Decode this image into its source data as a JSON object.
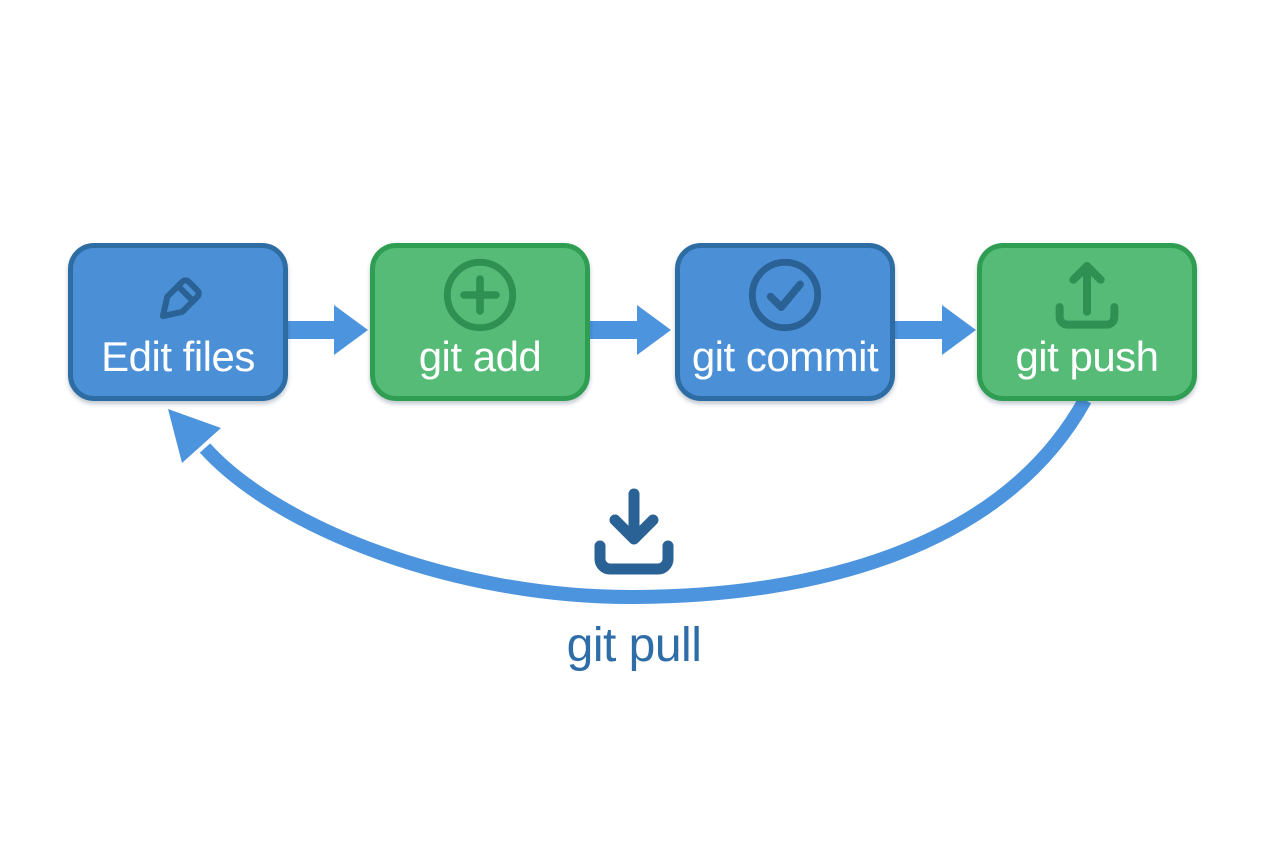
{
  "diagram": {
    "type": "flowchart",
    "nodes": [
      {
        "label": "Edit files",
        "icon": "pencil-icon",
        "color": "blue"
      },
      {
        "label": "git add",
        "icon": "plus-circle-icon",
        "color": "green"
      },
      {
        "label": "git commit",
        "icon": "check-circle-icon",
        "color": "blue"
      },
      {
        "label": "git push",
        "icon": "upload-icon",
        "color": "green"
      }
    ],
    "edges": [
      {
        "from": "Edit files",
        "to": "git add"
      },
      {
        "from": "git add",
        "to": "git commit"
      },
      {
        "from": "git commit",
        "to": "git push"
      },
      {
        "from": "git push",
        "to": "Edit files",
        "label": "git pull",
        "icon": "download-icon",
        "shape": "curved"
      }
    ]
  },
  "colors": {
    "background": "#ffffff",
    "node_blue_fill": "#4b90d7",
    "node_blue_border": "#2e6da4",
    "node_green_fill": "#55bb76",
    "node_green_border": "#2f9e53",
    "arrow_blue": "#4d94de",
    "icon_blue": "#2b6295",
    "icon_green": "#2e9052",
    "label_white": "#ffffff",
    "pull_text_blue": "#2f6da8"
  }
}
